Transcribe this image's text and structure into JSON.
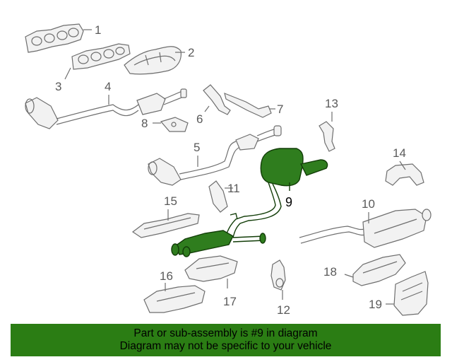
{
  "diagram": {
    "callouts": [
      "1",
      "2",
      "3",
      "4",
      "5",
      "6",
      "7",
      "8",
      "9",
      "10",
      "11",
      "12",
      "13",
      "14",
      "15",
      "16",
      "17",
      "18",
      "19"
    ],
    "highlighted_part": "9",
    "highlight_color": "#2f7d1e"
  },
  "banner": {
    "line1": "Part or sub-assembly is #9 in diagram",
    "line2": "Diagram may not be specific to your vehicle",
    "background": "#2b7d14"
  }
}
